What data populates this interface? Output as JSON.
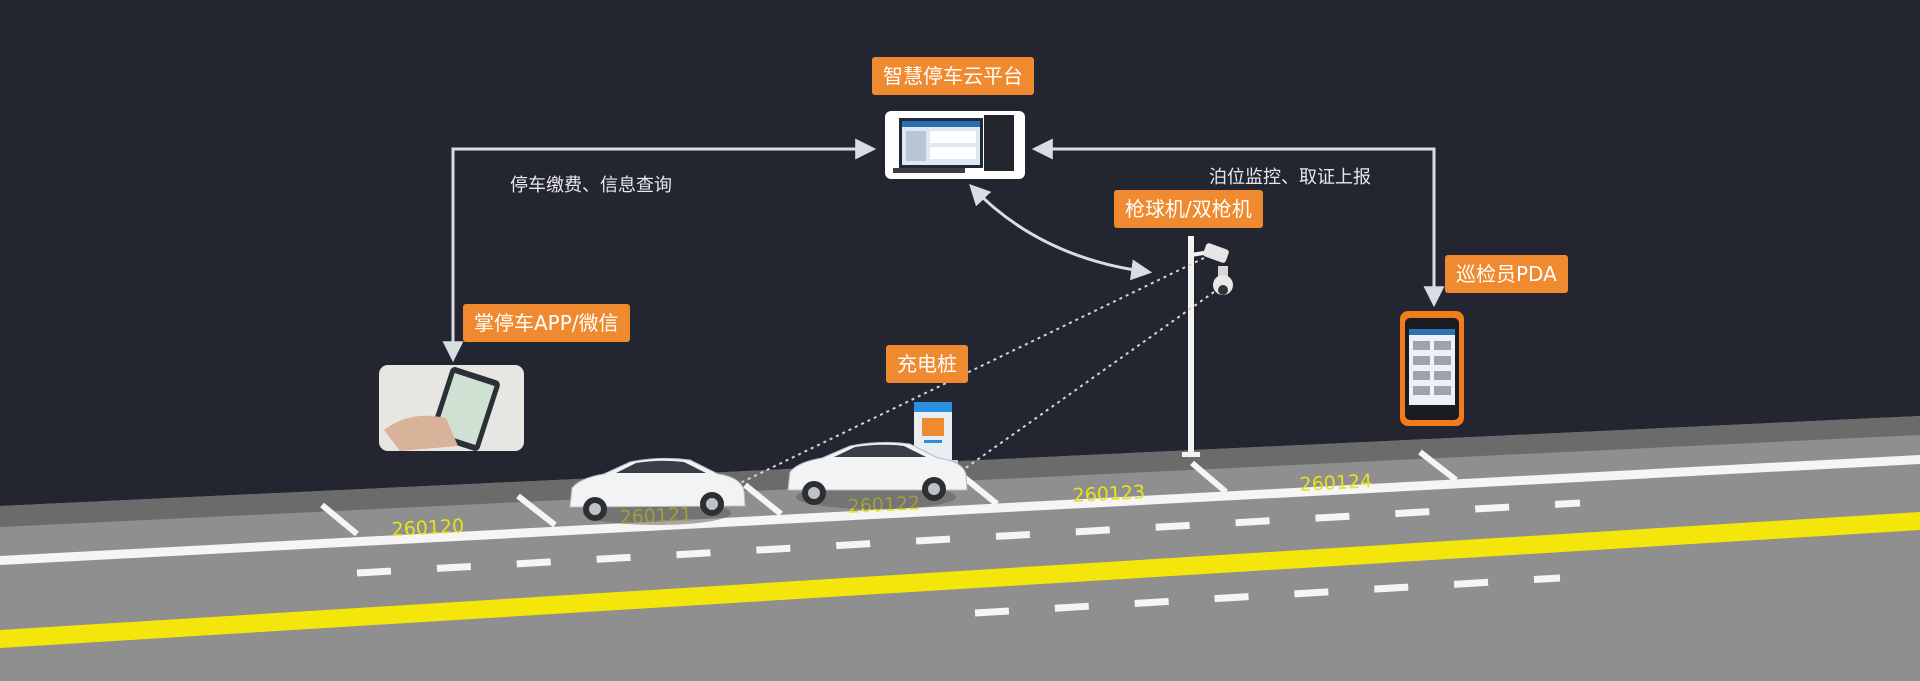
{
  "platform": {
    "label": "智慧停车云平台"
  },
  "app": {
    "label": "掌停车APP/微信"
  },
  "camera": {
    "label": "枪球机/双枪机"
  },
  "charger": {
    "label": "充电桩"
  },
  "pda": {
    "label": "巡检员PDA"
  },
  "flows": {
    "payment": "停车缴费、信息查询",
    "monitor": "泊位监控、取证上报"
  },
  "parking_spaces": [
    "260120",
    "260121",
    "260122",
    "260123",
    "260124"
  ],
  "colors": {
    "background": "#232530",
    "label_bg": "#f08a30",
    "road": "#8f8f8f",
    "center_line": "#f4e60a",
    "lane_marking": "#ffffff",
    "slot_number": "#e7e21a",
    "arrow": "#d8dce3"
  },
  "icons": [
    "computer-icon",
    "phone-map-icon",
    "camera-pole-icon",
    "charging-pile-icon",
    "pda-device-icon",
    "car-icon"
  ]
}
